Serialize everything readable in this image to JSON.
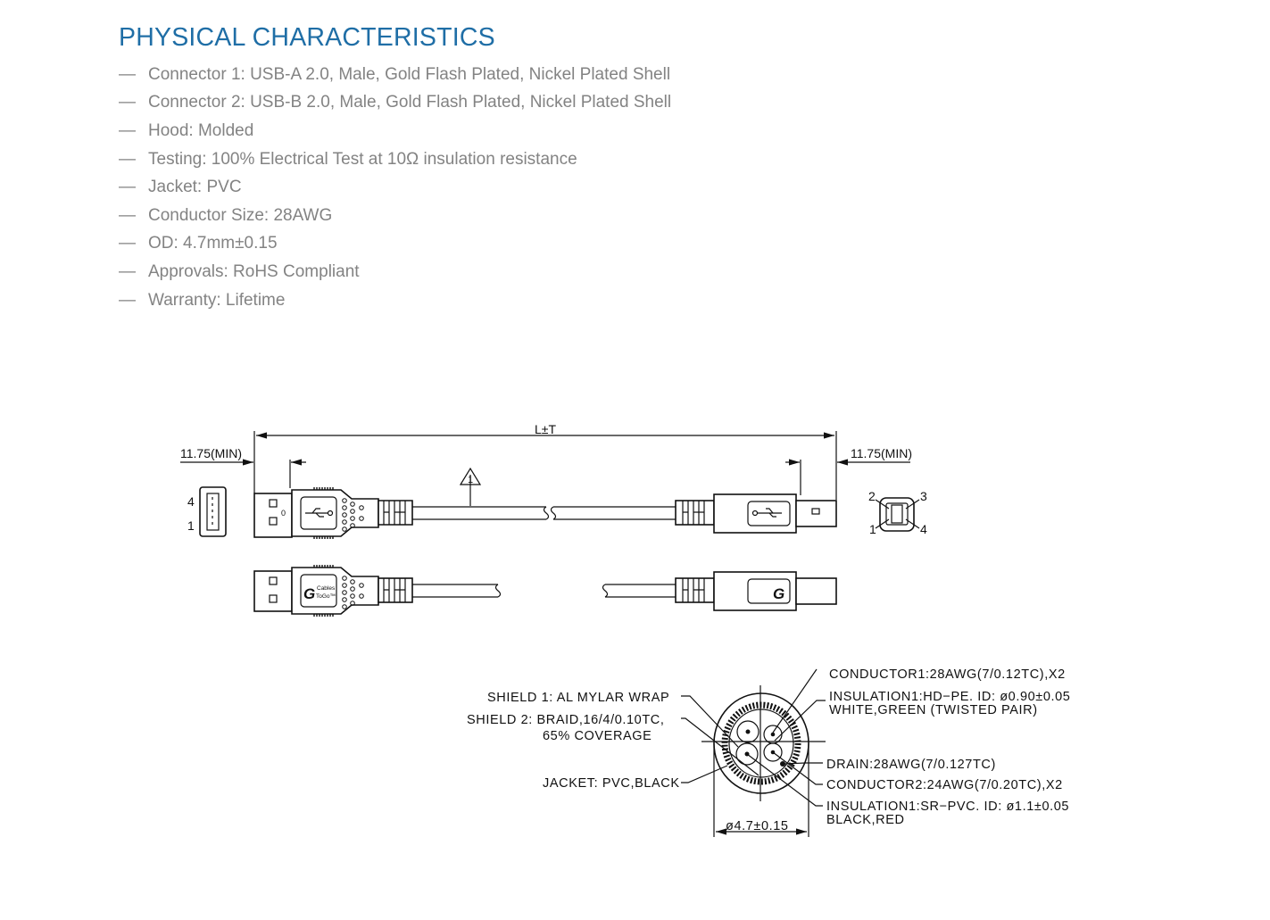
{
  "heading": "PHYSICAL CHARACTERISTICS",
  "bullet": "—",
  "specs": [
    "Connector 1: USB-A 2.0, Male, Gold Flash Plated, Nickel Plated Shell",
    "Connector 2: USB-B 2.0, Male, Gold Flash Plated, Nickel Plated Shell",
    "Hood: Molded",
    "Testing: 100% Electrical Test at 10Ω insulation resistance",
    "Jacket: PVC",
    "Conductor Size: 28AWG",
    "OD: 4.7mm±0.15",
    "Approvals: RoHS Compliant",
    "Warranty: Lifetime"
  ],
  "drawing": {
    "length_label": "L±T",
    "left_min": "11.75(MIN)",
    "right_min": "11.75(MIN)",
    "note_marker": "1",
    "usb_a_pins": [
      "4",
      "1"
    ],
    "usb_b_pins": [
      "2",
      "3",
      "1",
      "4"
    ],
    "logo_text": [
      "Cables",
      "ToGo™"
    ]
  },
  "cross_section": {
    "shield1": "SHIELD  1:  AL  MYLAR  WRAP",
    "shield2_line1": "SHIELD  2:  BRAID,16/4/0.10TC,",
    "shield2_line2": "65%  COVERAGE",
    "jacket": "JACKET:  PVC,BLACK",
    "conductor1": "CONDUCTOR1:28AWG(7/0.12TC),X2",
    "insulation1_line1": "INSULATION1:HD−PE.  ID:  ø0.90±0.05",
    "insulation1_line2": "WHITE,GREEN  (TWISTED  PAIR)",
    "drain": "DRAIN:28AWG(7/0.127TC)",
    "conductor2": "CONDUCTOR2:24AWG(7/0.20TC),X2",
    "insulation2_line1": "INSULATION1:SR−PVC.  ID:  ø1.1±0.05",
    "insulation2_line2": "BLACK,RED",
    "diameter": "ø4.7±0.15"
  }
}
